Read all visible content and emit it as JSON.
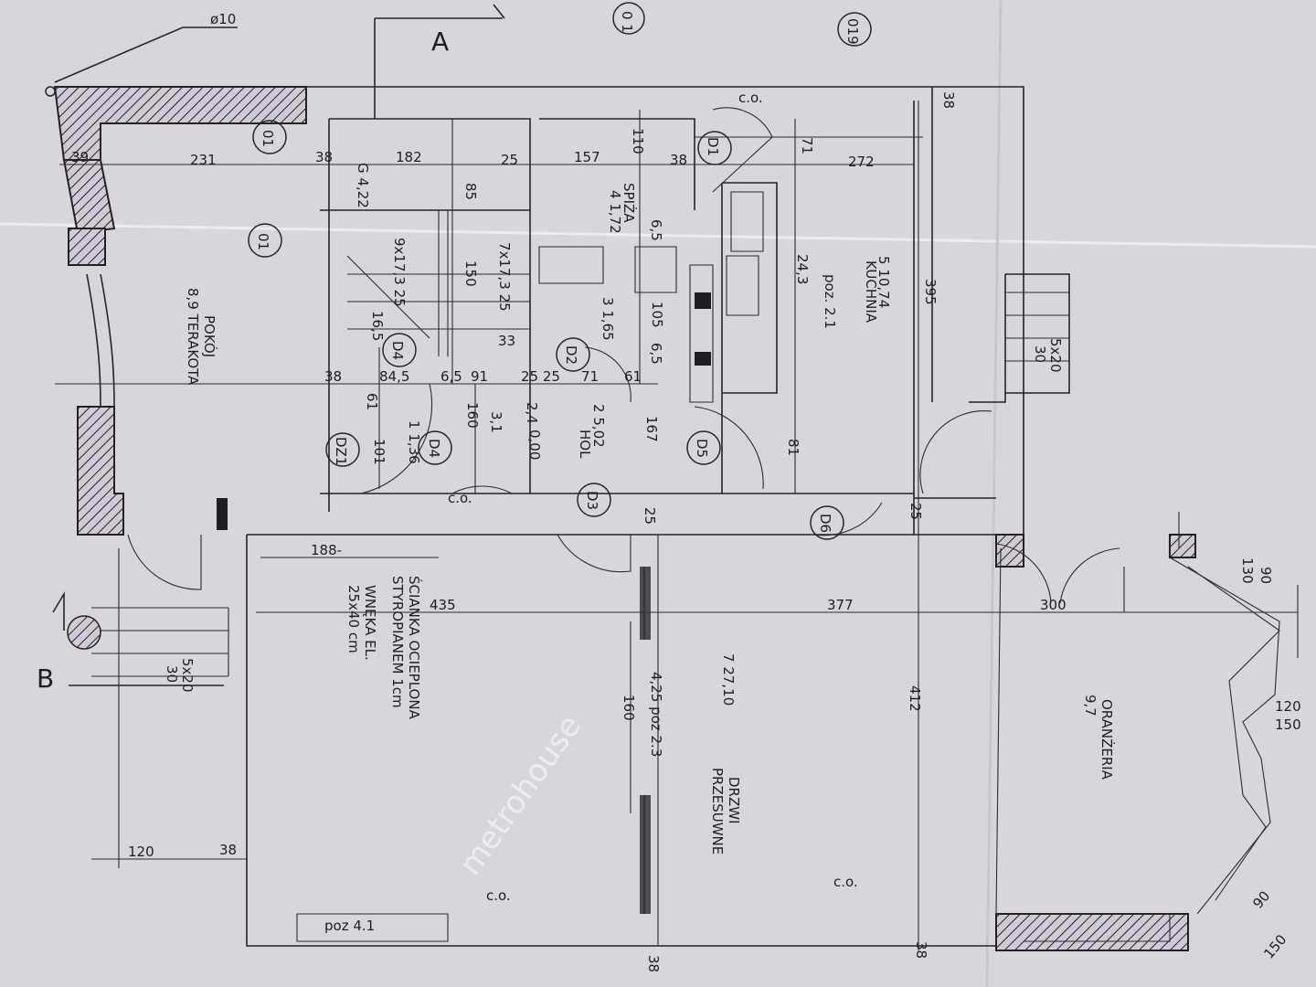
{
  "colors": {
    "paper": "#d9d5dd",
    "ink": "#26252b"
  },
  "markers": {
    "section_a": "A",
    "section_b": "B",
    "pipe": "ø10",
    "axis_01": "0 1",
    "axis_019": "019",
    "axis_01b": "01",
    "axis_01c": "01"
  },
  "rooms": {
    "pokoj": {
      "name": "POKÓJ",
      "code": "8,9",
      "floor": "TERAKOTA"
    },
    "spiza": {
      "name": "SPIŻA",
      "code": "4",
      "area": "1,72"
    },
    "g": {
      "code": "G",
      "area": "4,22"
    },
    "kuchnia": {
      "name": "KUCHNIA",
      "code": "5",
      "area": "10,74",
      "poz": "poz. 2.1"
    },
    "hol": {
      "name": "HOL",
      "code": "2",
      "area": "5,02"
    },
    "room1": {
      "code": "1",
      "area": "1,36"
    },
    "room3": {
      "code": "3",
      "area": "1,65"
    },
    "room7": {
      "code": "7",
      "area": "27,10"
    },
    "oranzeria": {
      "name": "ORANŻERIA",
      "code": "9,7"
    }
  },
  "doors": [
    "D1",
    "D2",
    "D3",
    "D4",
    "D4",
    "D5",
    "D6",
    "DZ1"
  ],
  "notes": {
    "wall_note1": "ŚCIANKA OCIEPLONA",
    "wall_note2": "STYROPIANEM 1cm",
    "niche1": "WNĘKA EL.",
    "niche2": "25x40 cm",
    "sliding1": "DRZWI",
    "sliding2": "PRZESUWNE",
    "poz23": "4,25 poz 2.3",
    "poz41": "poz 4.1",
    "stairs1": "9x17,3 25",
    "stairs2": "7x17,3 25",
    "steps": "5x20",
    "steps_b": "30",
    "co": "c.o.",
    "level": "0,00",
    "watermark": "metrohouse"
  },
  "dims": {
    "d39": "39",
    "d231": "231",
    "d38a": "38",
    "d182": "182",
    "d25a": "25",
    "d157": "157",
    "d110": "110",
    "d38b": "38",
    "d71a": "71",
    "d272": "272",
    "d38c": "38",
    "d85": "85",
    "d150": "150",
    "d243": "24,3",
    "d395": "395",
    "d165": "16,5",
    "d33": "33",
    "d105": "105",
    "d65a": "6,5",
    "d65b": "6,5",
    "d38d": "38",
    "d845": "84,5",
    "d65c": "6,5",
    "d91": "91",
    "d2525": "25 25",
    "d71b": "71",
    "d61a": "61",
    "d61b": "61",
    "d101": "101",
    "d160a": "160",
    "d31": "3,1",
    "d24": "2,4",
    "d167": "167",
    "d81": "81",
    "d25b": "25",
    "d25c": "25",
    "d188": "188-",
    "d435": "435",
    "d377": "377",
    "d300": "300",
    "d90a": "90",
    "d130": "130",
    "d160b": "160",
    "d412": "412",
    "d120a": "120",
    "d150a": "150",
    "d120b": "120",
    "d38e": "38",
    "d38f": "38",
    "d38g": "38",
    "d90b": "90",
    "d150b": "150"
  }
}
